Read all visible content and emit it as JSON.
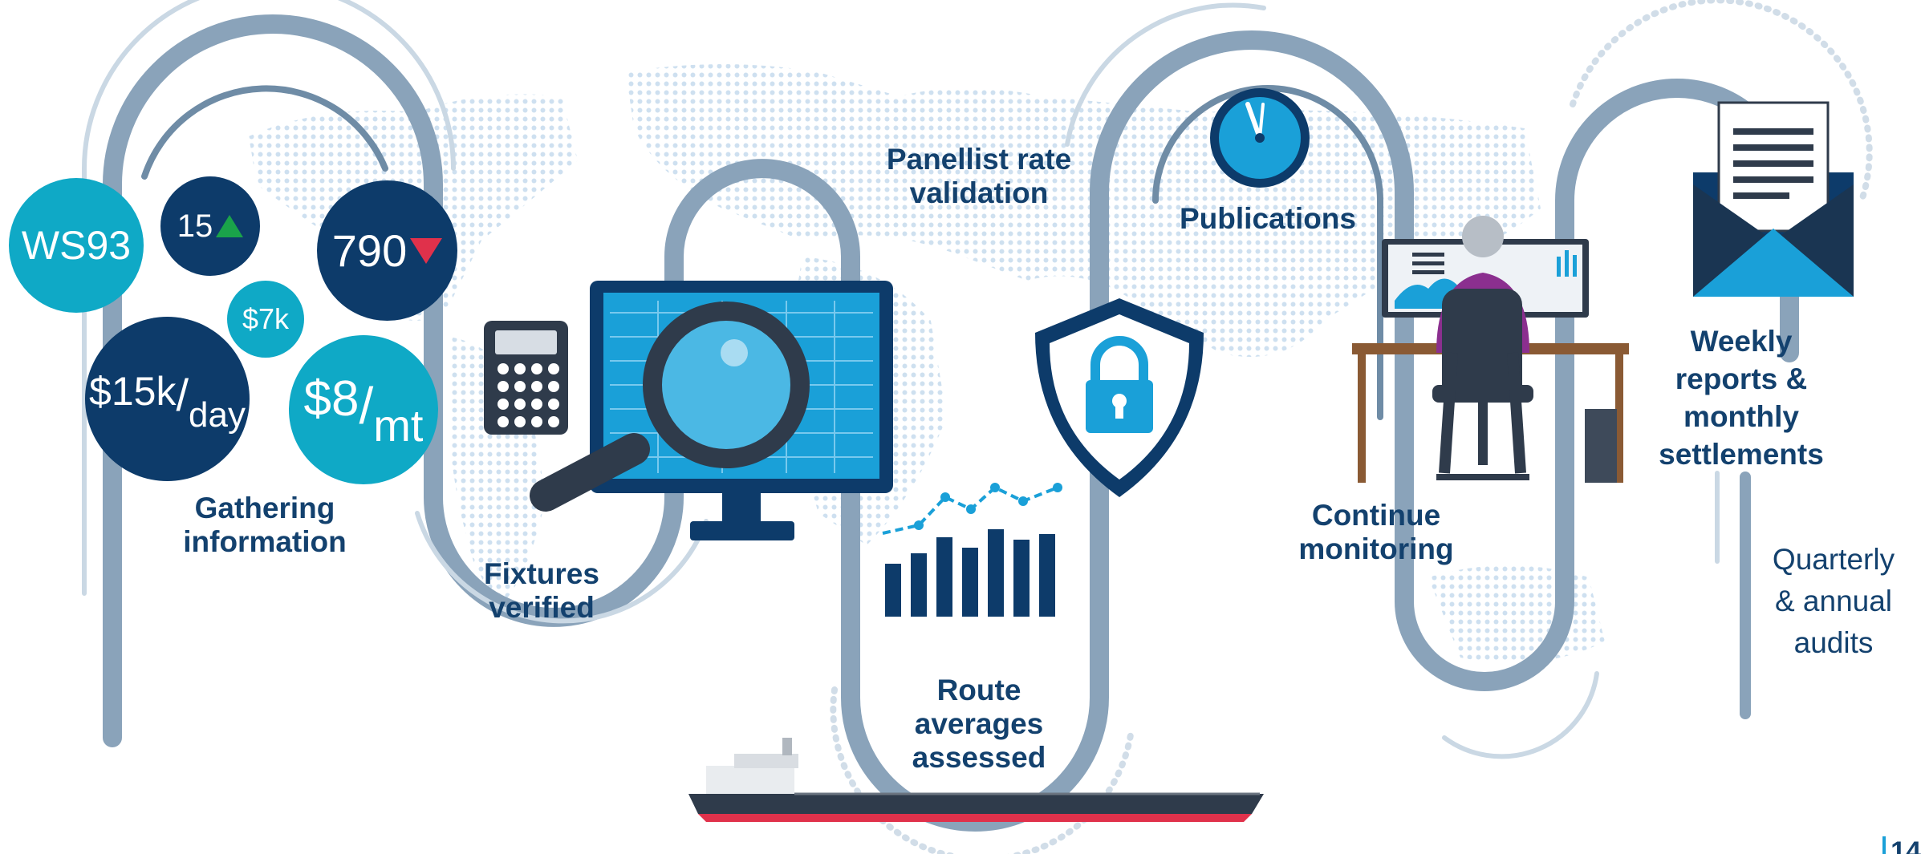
{
  "bubbles": {
    "ws93": "WS93",
    "fifteen": "15",
    "seven_ninety": "790",
    "seven_k": "$7k",
    "fifteen_k": "$15k",
    "per_day": "day",
    "eight": "$8",
    "per_mt": "mt"
  },
  "steps": {
    "gathering": [
      "Gathering",
      "information"
    ],
    "fixtures": [
      "Fixtures",
      "verified"
    ],
    "panellist": [
      "Panellist rate",
      "validation"
    ],
    "route": [
      "Route",
      "averages",
      "assessed"
    ],
    "publications": [
      "Publications"
    ],
    "monitoring": [
      "Continue",
      "monitoring"
    ],
    "weekly": [
      "Weekly",
      "reports &",
      "monthly",
      "settlements"
    ],
    "quarterly": [
      "Quarterly",
      "& annual",
      "audits"
    ]
  },
  "page_number": "14",
  "colors": {
    "dark_navy": "#0d3b6a",
    "light_teal": "#0fa9c6",
    "track": "#8aa3ba",
    "label": "#13416e",
    "up": "#1aa34a",
    "down": "#e0314b"
  },
  "icons": [
    "calculator-icon",
    "monitor-icon",
    "magnifier-icon",
    "shield-lock-icon",
    "bar-chart-icon",
    "clock-icon",
    "workstation-icon",
    "envelope-icon",
    "ship-icon"
  ]
}
